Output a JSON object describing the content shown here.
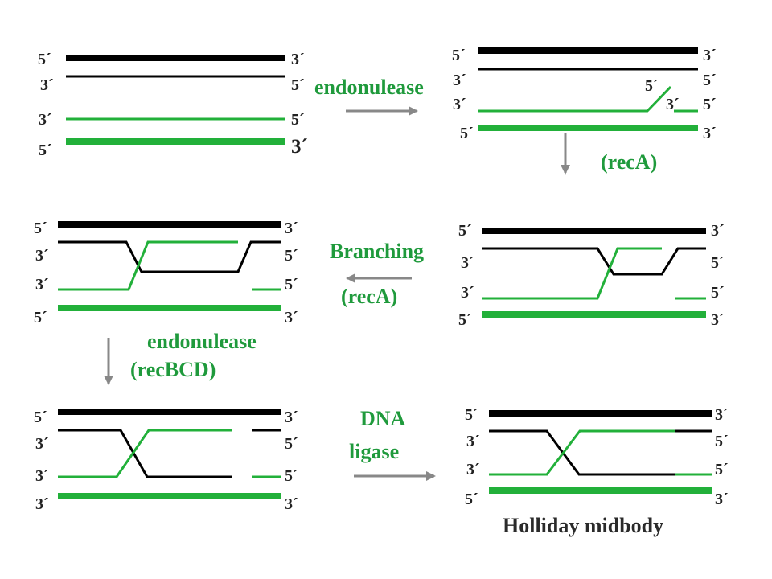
{
  "colors": {
    "black_strand": "#000000",
    "green_strand": "#22b03a",
    "arrow": "#888888",
    "label_green": "#1f9a3c",
    "label_dark": "#2a2a2a"
  },
  "labels": {
    "endonulease_1": "endonulease",
    "recA_1": "(recA)",
    "branching": "Branching",
    "recA_2": "(recA)",
    "endonulease_2": "endonulease",
    "recBCD": "(recBCD)",
    "dna": "DNA",
    "ligase": "ligase",
    "holliday": "Holliday midbody"
  },
  "ends": {
    "p1": [
      "5´",
      "3´",
      "3´",
      "5´",
      "3´",
      "5´",
      "5´",
      "3´"
    ],
    "p2": [
      "5´",
      "3´",
      "3´",
      "5´",
      "5´",
      "3´",
      "3´",
      "5´",
      "5´",
      "3´"
    ],
    "p3": [
      "5´",
      "3´",
      "3´",
      "5´",
      "3´",
      "5´",
      "5´",
      "3´"
    ],
    "p4": [
      "5´",
      "3´",
      "3´",
      "5´",
      "3´",
      "5´",
      "5´",
      "3´"
    ],
    "p5": [
      "5´",
      "3´",
      "3´",
      "5´",
      "3´",
      "5´",
      "3´",
      "3´"
    ],
    "p6": [
      "5´",
      "3´",
      "3´",
      "5´",
      "3´",
      "5´",
      "5´",
      "3´"
    ]
  }
}
